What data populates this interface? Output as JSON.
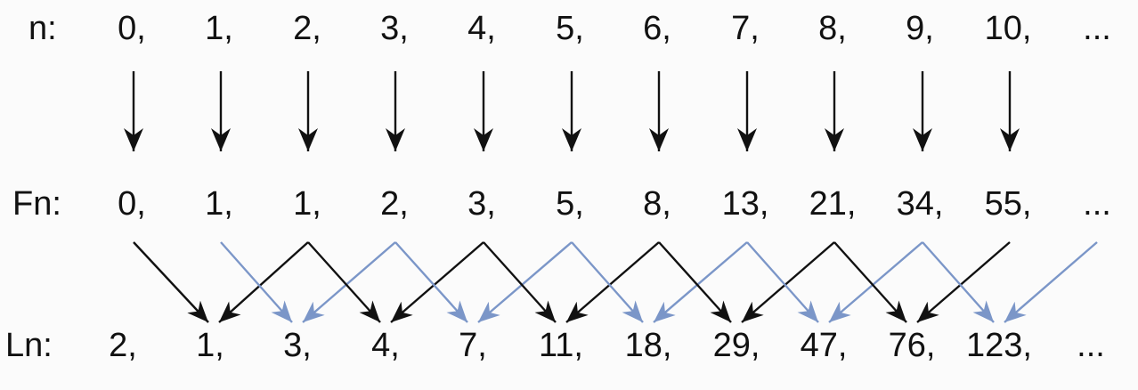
{
  "rows": {
    "n": {
      "label": "n:",
      "values": [
        "0,",
        "1,",
        "2,",
        "3,",
        "4,",
        "5,",
        "6,",
        "7,",
        "8,",
        "9,",
        "10,",
        "..."
      ]
    },
    "fn": {
      "label": "Fn:",
      "values": [
        "0,",
        "1,",
        "1,",
        "2,",
        "3,",
        "5,",
        "8,",
        "13,",
        "21,",
        "34,",
        "55,",
        "..."
      ]
    },
    "ln": {
      "label": "Ln:",
      "values": [
        "2,",
        "1,",
        "3,",
        "4,",
        "7,",
        "11,",
        "18,",
        "29,",
        "47,",
        "76,",
        "123,",
        "..."
      ]
    }
  },
  "colors": {
    "black_arrow": "#111111",
    "blue_arrow": "#7b96c8",
    "text": "#111111"
  }
}
